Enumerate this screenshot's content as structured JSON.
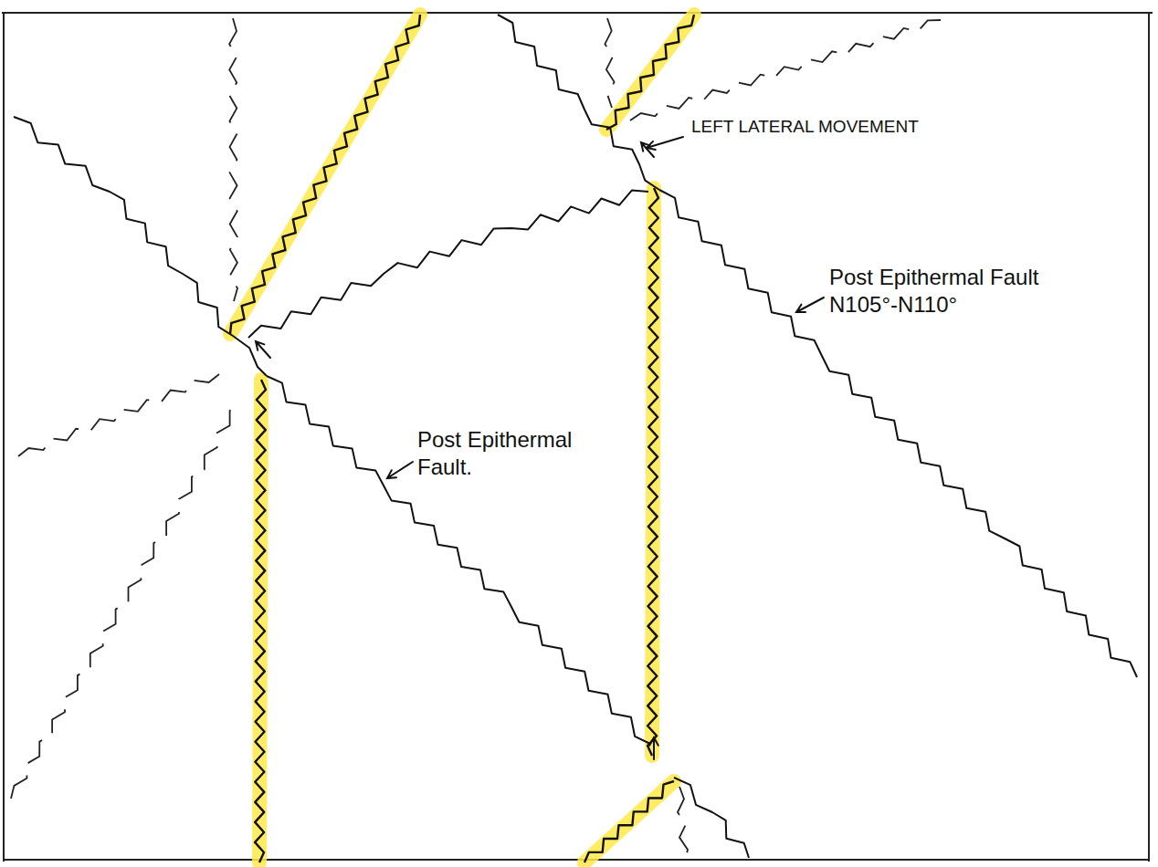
{
  "diagram": {
    "labels": [
      "LEFT LATERAL MOVEMENT",
      "Post Epithermal Fault N105°-N110°",
      "Post Epithermal Fault."
    ]
  }
}
